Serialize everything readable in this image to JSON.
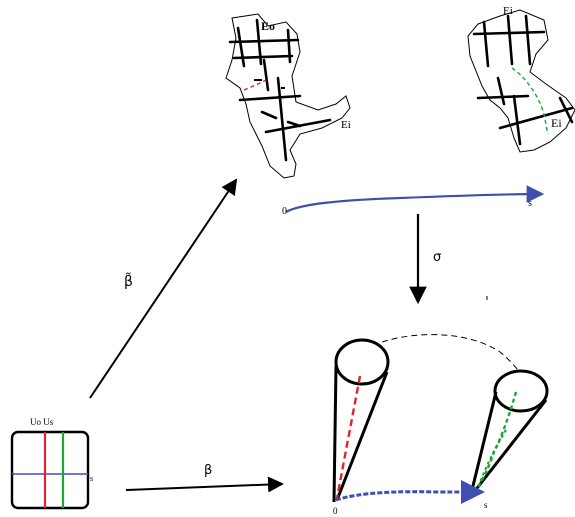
{
  "labels": {
    "eo": "Eo",
    "ei_left": "Ei",
    "ei_right_top": "Ei",
    "ei_right": "Ei",
    "s_top": "s",
    "zero_top": "0",
    "sigma": "σ",
    "beta_tilde": "β̃",
    "beta": "β",
    "square_uo_us": "Uo Us",
    "square_s": "s",
    "cone_zero": "0",
    "cone_s": "s"
  },
  "colors": {
    "ink": "#000000",
    "red": "#e0242b",
    "green": "#1fa535",
    "blue": "#3f4fb0",
    "purple_line": "#5b4fc9"
  }
}
